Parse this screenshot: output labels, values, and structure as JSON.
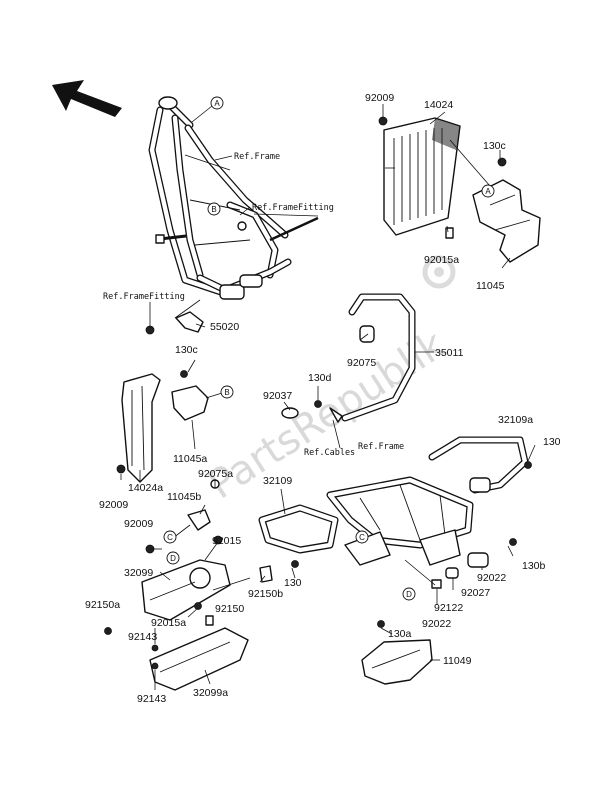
{
  "diagram": {
    "part_numbers": {
      "p92009_top": "92009",
      "p14024": "14024",
      "p130c_right": "130c",
      "p92015a_right": "92015a",
      "p11045": "11045",
      "p55020": "55020",
      "p92075": "92075",
      "p35011": "35011",
      "p130c_left": "130c",
      "p92037": "92037",
      "p130d": "130d",
      "p11045a": "11045a",
      "p14024a": "14024a",
      "p92009_left": "92009",
      "p92075a": "92075a",
      "p11045b": "11045b",
      "p92009_mid": "92009",
      "p32109": "32109",
      "p32109a": "32109a",
      "p130_right": "130",
      "p92015": "92015",
      "p32099": "32099",
      "p130_mid": "130",
      "p92150b": "92150b",
      "p92150a": "92150a",
      "p92150": "92150",
      "p92015a_low": "92015a",
      "p92143_top": "92143",
      "p92143_bottom": "92143",
      "p32099a": "32099a",
      "p130b": "130b",
      "p92022_right": "92022",
      "p92027": "92027",
      "p92122": "92122",
      "p92022_low": "92022",
      "p130a": "130a",
      "p11049": "11049"
    },
    "references": {
      "ref_frame_top": "Ref.Frame",
      "ref_frame_fitting_top": "Ref.FrameFitting",
      "ref_frame_fitting_left": "Ref.FrameFitting",
      "ref_cables": "Ref.Cables",
      "ref_frame_mid": "Ref.Frame"
    },
    "callouts": {
      "A": "A",
      "B": "B",
      "C": "C",
      "D": "D"
    },
    "watermark": "PartsRepublik"
  }
}
